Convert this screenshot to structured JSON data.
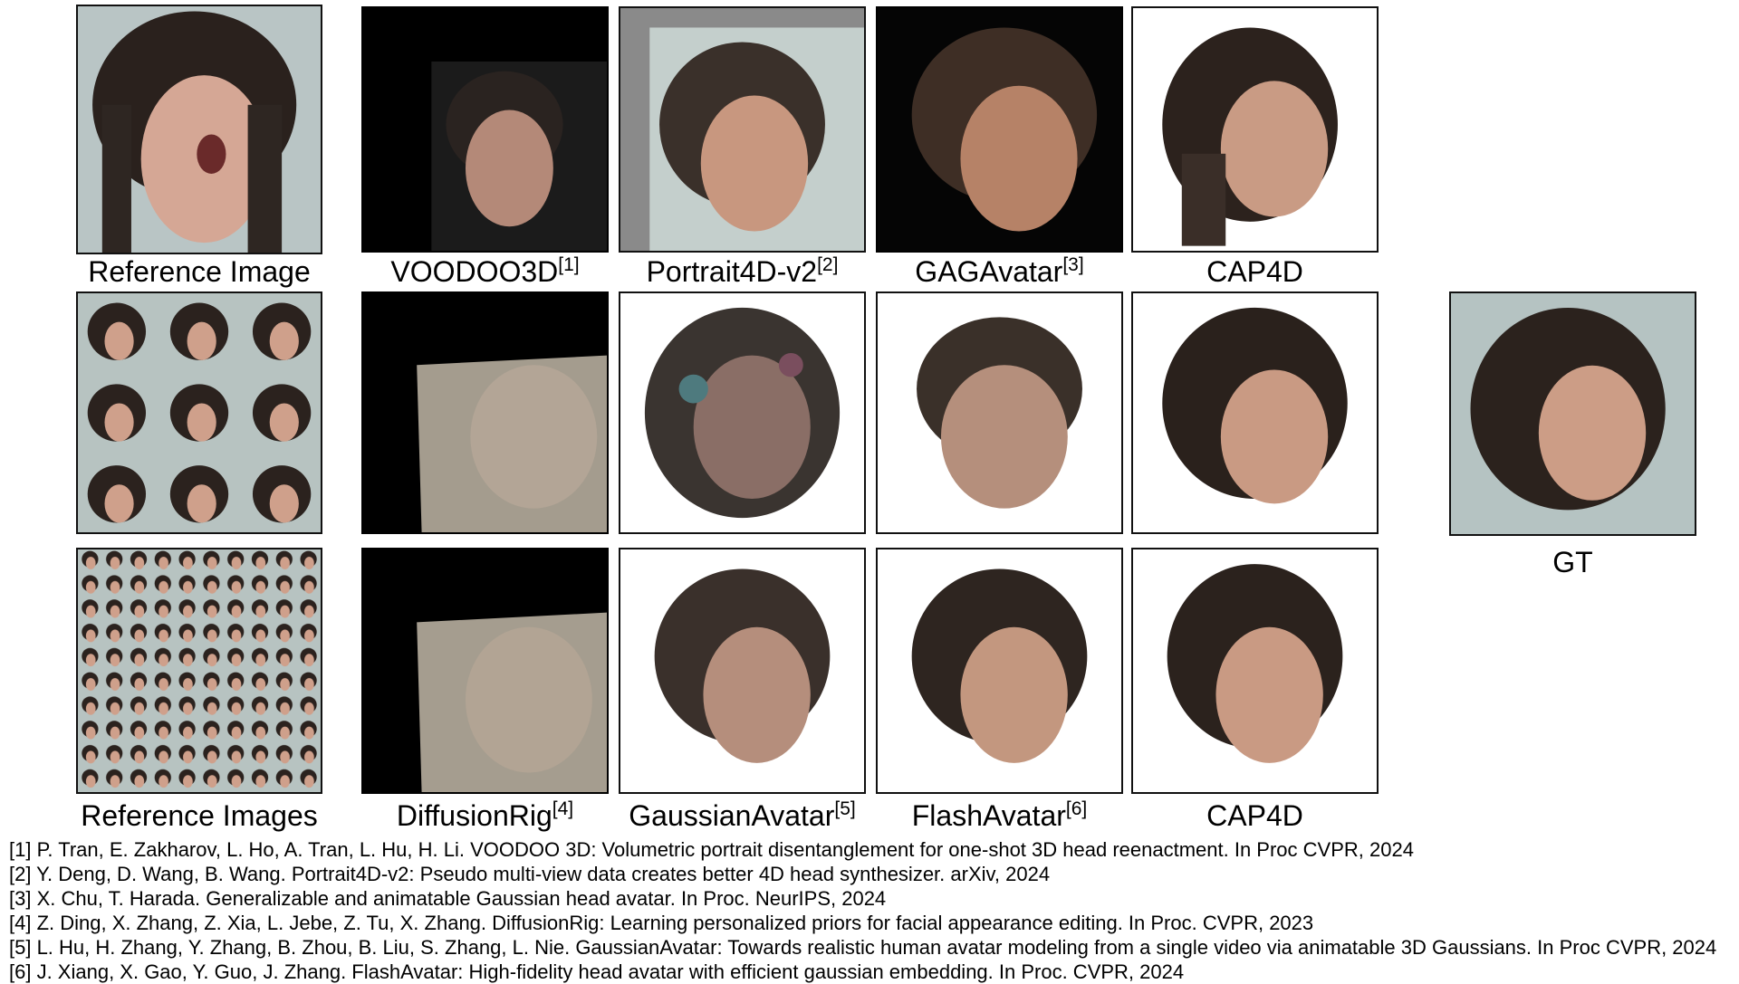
{
  "rows": [
    {
      "reference_caption": "Reference Image",
      "columns": [
        {
          "label": "VOODOO3D",
          "ref": "[1]"
        },
        {
          "label": "Portrait4D-v2",
          "ref": "[2]"
        },
        {
          "label": "GAGAvatar",
          "ref": "[3]"
        },
        {
          "label": "CAP4D",
          "ref": ""
        }
      ]
    },
    {
      "reference_caption": "",
      "columns": [
        {
          "label": "",
          "ref": ""
        },
        {
          "label": "",
          "ref": ""
        },
        {
          "label": "",
          "ref": ""
        },
        {
          "label": "",
          "ref": ""
        }
      ]
    },
    {
      "reference_caption": "Reference Images",
      "columns": [
        {
          "label": "DiffusionRig",
          "ref": "[4]"
        },
        {
          "label": "GaussianAvatar",
          "ref": "[5]"
        },
        {
          "label": "FlashAvatar",
          "ref": "[6]"
        },
        {
          "label": "CAP4D",
          "ref": ""
        }
      ]
    }
  ],
  "gt_label": "GT",
  "references": [
    "[1] P. Tran, E. Zakharov, L. Ho, A. Tran, L. Hu,  H. Li. VOODOO 3D: Volumetric portrait disentanglement for one-shot 3D head reenactment. In Proc CVPR, 2024",
    "[2] Y. Deng, D. Wang, B. Wang. Portrait4D-v2: Pseudo multi-view data creates better 4D head synthesizer. arXiv, 2024",
    "[3] X. Chu, T. Harada. Generalizable and animatable Gaussian head  avatar. In Proc. NeurIPS, 2024",
    "[4] Z. Ding, X. Zhang, Z. Xia, L. Jebe, Z. Tu, X. Zhang. DiffusionRig: Learning personalized priors for facial appearance editing. In Proc. CVPR, 2023",
    "[5] L. Hu, H. Zhang, Y. Zhang, B. Zhou, B. Liu, S. Zhang, L. Nie. GaussianAvatar: Towards realistic human avatar modeling from a single video via animatable 3D Gaussians. In Proc CVPR, 2024",
    "[6] J. Xiang, X. Gao, Y. Guo, J. Zhang. FlashAvatar: High-fidelity head avatar with efficient gaussian embedding. In Proc. CVPR, 2024"
  ]
}
